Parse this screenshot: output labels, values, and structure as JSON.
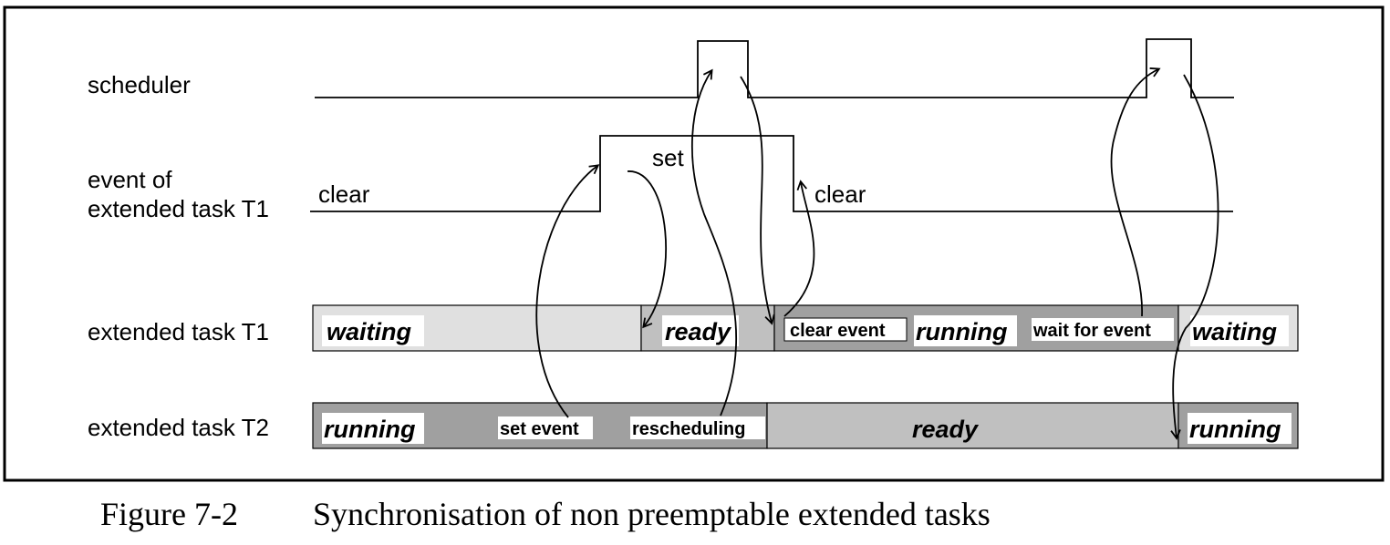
{
  "rows": {
    "scheduler": "scheduler",
    "event_line1": "event of",
    "event_line2": "extended  task T1",
    "task_t1": "extended task T1",
    "task_t2": "extended  task T2"
  },
  "event_labels": {
    "clear_left": "clear",
    "set": "set",
    "clear_right": "clear"
  },
  "t1_states": {
    "waiting1": "waiting",
    "ready": "ready",
    "running": "running",
    "waiting2": "waiting"
  },
  "t1_events": {
    "clear_event": "clear event",
    "wait_for_event": "wait for event"
  },
  "t2_states": {
    "running1": "running",
    "ready": "ready",
    "running2": "running"
  },
  "t2_events": {
    "set_event": "set event",
    "rescheduling": "rescheduling"
  },
  "caption": {
    "number": "Figure 7-2",
    "text": "Synchronisation of non preemptable extended tasks"
  },
  "colors": {
    "waiting": "#e0e0e0",
    "ready": "#c0c0c0",
    "running": "#a0a0a0",
    "line": "#000000"
  }
}
